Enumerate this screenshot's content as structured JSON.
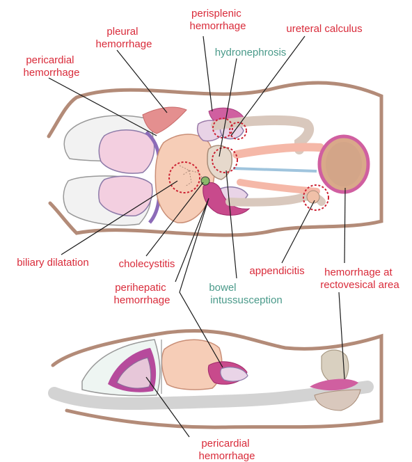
{
  "colors": {
    "red_label": "#d92b3a",
    "teal_label": "#4a9a8a",
    "body_outline": "#b38b78",
    "leader_line": "#1a1a1a",
    "marker_dash": "#cc2233"
  },
  "labels": {
    "perisplenic": [
      "perisplenic",
      "hemorrhage"
    ],
    "ureteral": [
      "ureteral calculus"
    ],
    "pleural": [
      "pleural",
      "hemorrhage"
    ],
    "hydronephrosis": [
      "hydronephrosis"
    ],
    "pericardial_top": [
      "pericardial",
      "hemorrhage"
    ],
    "biliary": [
      "biliary dilatation"
    ],
    "cholecystitis": [
      "cholecystitis"
    ],
    "appendicitis": [
      "appendicitis"
    ],
    "rectovesical": [
      "hemorrhage at",
      "rectovesical area"
    ],
    "perihepatic": [
      "perihepatic",
      "hemorrhage"
    ],
    "bowel": [
      "bowel",
      "intussusception"
    ],
    "pericardial_bottom": [
      "pericardial",
      "hemorrhage"
    ]
  }
}
